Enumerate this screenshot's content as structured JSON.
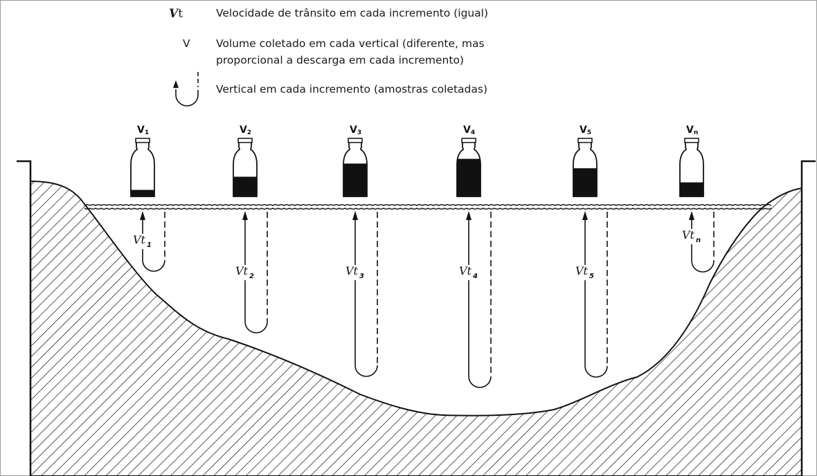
{
  "legend": {
    "vt": {
      "symbol_main": "V",
      "symbol_sub": "t",
      "text": "Velocidade de trânsito em cada incremento (igual)"
    },
    "v": {
      "symbol": "V",
      "line1": "Volume coletado em cada vertical (diferente, mas",
      "line2": "proporcional a descarga em cada incremento)"
    },
    "vertical": {
      "text": "Vertical em cada incremento (amostras coletadas)"
    }
  },
  "verticals": [
    {
      "bottle_main": "V",
      "bottle_sub": "1",
      "fill_fraction": 0.14,
      "vt_main": "Vt",
      "vt_sub": "1"
    },
    {
      "bottle_main": "V",
      "bottle_sub": "2",
      "fill_fraction": 0.42,
      "vt_main": "Vt",
      "vt_sub": "2"
    },
    {
      "bottle_main": "V",
      "bottle_sub": "3",
      "fill_fraction": 0.7,
      "vt_main": "Vt",
      "vt_sub": "3"
    },
    {
      "bottle_main": "V",
      "bottle_sub": "4",
      "fill_fraction": 0.8,
      "vt_main": "Vt",
      "vt_sub": "4"
    },
    {
      "bottle_main": "V",
      "bottle_sub": "5",
      "fill_fraction": 0.6,
      "vt_main": "Vt",
      "vt_sub": "5"
    },
    {
      "bottle_main": "V",
      "bottle_sub": "n",
      "fill_fraction": 0.3,
      "vt_main": "Vt",
      "vt_sub": "n"
    }
  ],
  "colors": {
    "ink": "#111111",
    "hatch": "#2a2a2a",
    "background": "#ffffff"
  }
}
